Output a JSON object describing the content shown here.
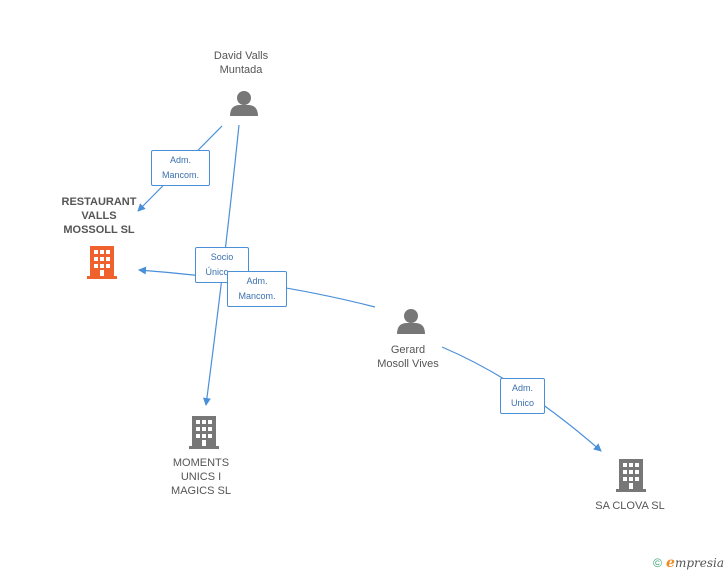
{
  "nodes": {
    "david": {
      "label": "David Valls\nMuntada",
      "kind": "person"
    },
    "gerard": {
      "label": "Gerard\nMosoll Vives",
      "kind": "person"
    },
    "restaurant": {
      "label": "RESTAURANT\nVALLS\nMOSSOLL SL",
      "kind": "company-main"
    },
    "moments": {
      "label": "MOMENTS\nUNICS I\nMAGICS  SL",
      "kind": "company"
    },
    "saclova": {
      "label": "SA CLOVA SL",
      "kind": "company"
    }
  },
  "edges": {
    "david_restaurant": "Adm.\nMancom.",
    "david_moments": "Socio\nÚnico,...",
    "gerard_restaurant": "Adm.\nMancom.",
    "gerard_saclova": "Adm.\nUnico"
  },
  "footer": {
    "copyright": "©",
    "brand_initial": "e",
    "brand_rest": "mpresia"
  },
  "colors": {
    "edge": "#4a90d9",
    "person": "#777777",
    "company": "#777777",
    "company_main": "#f0622d"
  }
}
